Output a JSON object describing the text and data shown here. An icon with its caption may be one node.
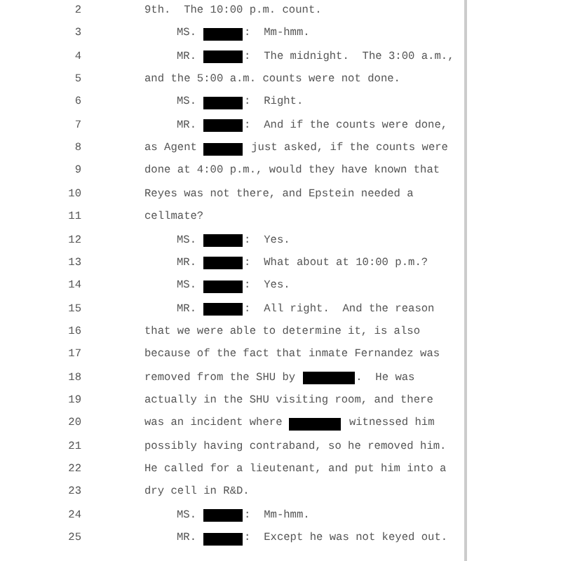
{
  "diagram": {
    "labels": [
      "2",
      "9th.  The 10:00 p.m. count.",
      "3",
      "MS.",
      ":  Mm-hmm.",
      "4",
      "MR.",
      ":  The midnight.  The 3:00 a.m.,",
      "5",
      "and the 5:00 a.m. counts were not done.",
      "6",
      "MS.",
      ":  Right.",
      "7",
      "MR.",
      ":  And if the counts were done,",
      "8",
      "as Agent",
      " just asked, if the counts were",
      "9",
      "done at 4:00 p.m., would they have known that",
      "10",
      "Reyes was not there, and Epstein needed a",
      "11",
      "cellmate?",
      "12",
      "MS.",
      ":  Yes.",
      "13",
      "MR.",
      ":  What about at 10:00 p.m.?",
      "14",
      "MS.",
      ":  Yes.",
      "15",
      "MR.",
      ":  All right.  And the reason",
      "16",
      "that we were able to determine it, is also",
      "17",
      "because of the fact that inmate Fernandez was",
      "18",
      "removed from the SHU by",
      ".  He was",
      "19",
      "actually in the SHU visiting room, and there",
      "20",
      "was an incident where",
      " witnessed him",
      "21",
      "possibly having contraband, so he removed him.",
      "22",
      "He called for a lieutenant, and put him into a",
      "23",
      "dry cell in R&D.",
      "24",
      "MS.",
      ":  Mm-hmm.",
      "25",
      "MR.",
      ":  Except he was not keyed out."
    ]
  }
}
